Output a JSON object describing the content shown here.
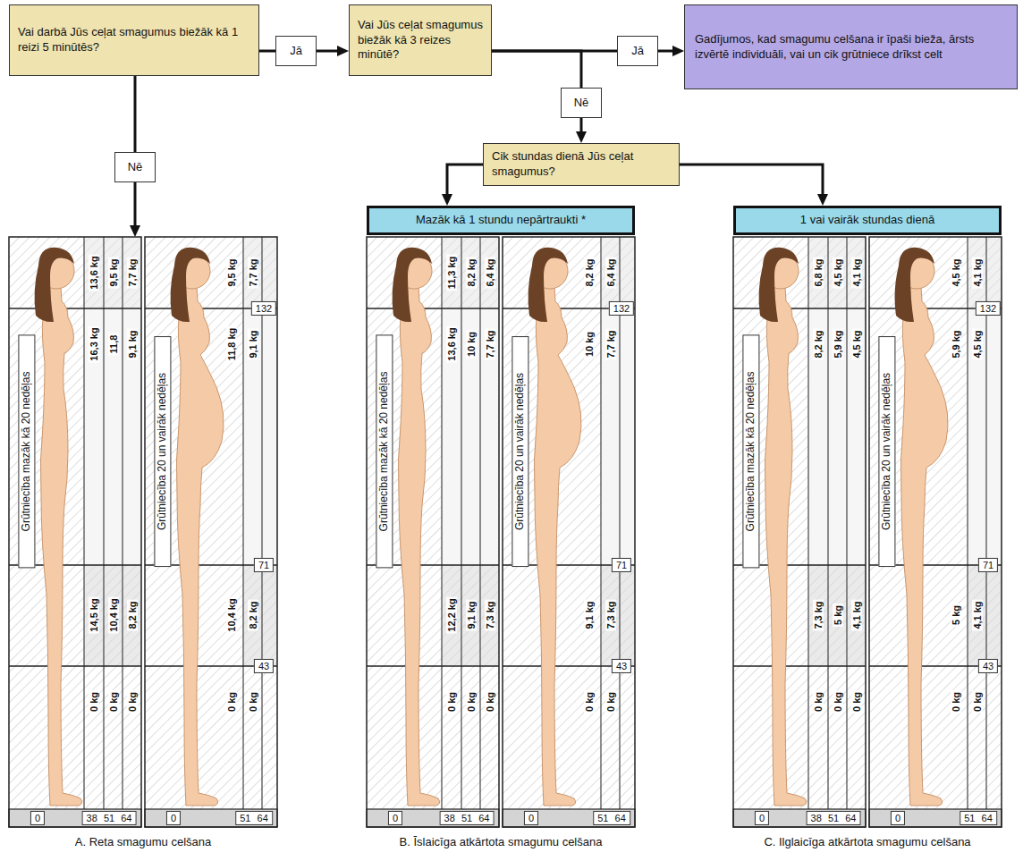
{
  "diagram": {
    "nodes": [
      {
        "text": [
          "Vai darbā Jūs ceļat smagumus biežāk kā 1 reizi 5 minūtēs?"
        ]
      },
      {
        "text": [
          "Jā"
        ]
      },
      {
        "text": [
          "Vai Jūs ceļat smagumus biežāk kā 3 reizes minūtē?"
        ]
      },
      {
        "text": [
          "Jā"
        ]
      },
      {
        "text": [
          "Gadījumos, kad smagumu celšana ir īpaši bieža, ārsts izvērtē individuāli, vai un cik grūtniece drīkst celt"
        ]
      },
      {
        "text": [
          "Nē"
        ]
      },
      {
        "text": [
          "Nē"
        ]
      },
      {
        "text": [
          "Cik stundas dienā Jūs ceļat smagumus?"
        ]
      },
      {
        "text": [
          "Mazāk kā 1 stundu nepārtraukti *"
        ]
      },
      {
        "text": [
          "1 vai vairāk stundas dienā"
        ]
      },
      {
        "text": [
          "A. Reta smagumu celšana"
        ]
      },
      {
        "text": [
          "B. Īslaicīga atkārtota smagumu celšana"
        ]
      },
      {
        "text": [
          "C. Ilglaicīga atkārtota smagumu celšana"
        ]
      }
    ],
    "edges": [
      {
        "from": 0,
        "to": 1,
        "arrow": "none"
      },
      {
        "from": 1,
        "to": 2,
        "arrow": "to"
      },
      {
        "from": 2,
        "to": 3,
        "arrow": "none"
      },
      {
        "from": 3,
        "to": 4,
        "arrow": "to"
      },
      {
        "from": 0,
        "to": 5,
        "arrow": "none"
      },
      {
        "from": 5,
        "to": 10,
        "arrow": "to"
      },
      {
        "from": 2,
        "to": 6,
        "arrow": "none"
      },
      {
        "from": 6,
        "to": 7,
        "arrow": "to"
      },
      {
        "from": 7,
        "to": 8,
        "arrow": "to"
      },
      {
        "from": 7,
        "to": 9,
        "arrow": "to"
      }
    ],
    "labels": [
      "Grūtniecība mazāk kā 20 nedēļas",
      "13,6 kg",
      "9,5 kg",
      "7,7 kg",
      "16,3 kg",
      "11,8",
      "9,1 kg",
      "14,5 kg",
      "10,4 kg",
      "8,2 kg",
      "0 kg",
      "0 kg",
      "0 kg",
      "0",
      "38 51 64",
      "Grūtniecība 20 un vairāk nedēļas",
      "9,5 kg",
      "7,7 kg",
      "11,8 kg",
      "9,1 kg",
      "10,4 kg",
      "8,2 kg",
      "0 kg",
      "0 kg",
      "132",
      "71",
      "43",
      "0",
      "51 64",
      "Grūtniecība mazāk kā 20 nedēļas",
      "11,3 kg",
      "8,2 kg",
      "6,4 kg",
      "13,6 kg",
      "10 kg",
      "7,7 kg",
      "12,2 kg",
      "9,1 kg",
      "7,3 kg",
      "0 kg",
      "0 kg",
      "0 kg",
      "0",
      "38 51 64",
      "Grūtniecība 20 un vairāk nedēļas",
      "8,2 kg",
      "6,4 kg",
      "10 kg",
      "7,7 kg",
      "9,1 kg",
      "7,3 kg",
      "0 kg",
      "0 kg",
      "132",
      "71",
      "43",
      "0",
      "51 64",
      "Grūtniecība mazāk kā 20 nedēļas",
      "6,8 kg",
      "4,5 kg",
      "4,1 kg",
      "8,2 kg",
      "5,9 kg",
      "4,5 kg",
      "7,3 kg",
      "5 kg",
      "4,1 kg",
      "0 kg",
      "0 kg",
      "0 kg",
      "0",
      "38 51 64",
      "Grūtniecība 20 un vairāk nedēļas",
      "4,5 kg",
      "4,1 kg",
      "5,9 kg",
      "4,5 kg",
      "5 kg",
      "4,1 kg",
      "0 kg",
      "0 kg",
      "132",
      "71",
      "43",
      "0",
      "51 64"
    ]
  }
}
